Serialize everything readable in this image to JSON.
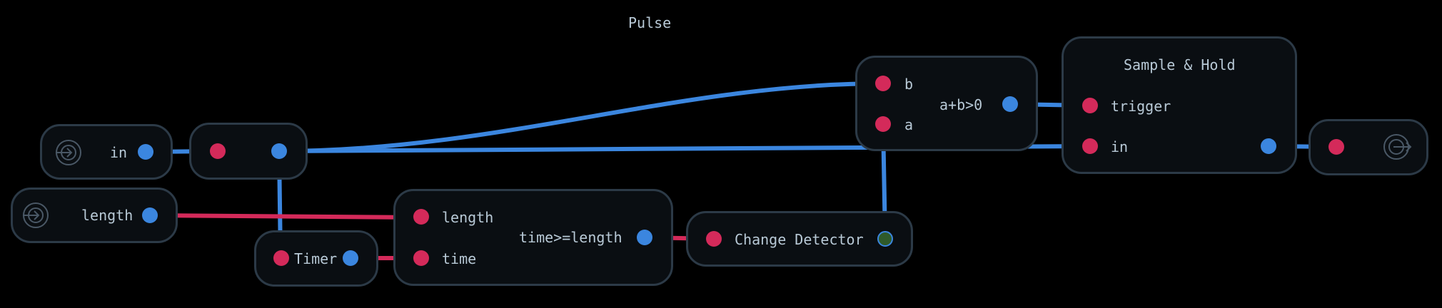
{
  "graph": {
    "title": "Pulse",
    "input_in": {
      "label": "in"
    },
    "input_length": {
      "label": "length"
    },
    "timer": {
      "label": "Timer"
    },
    "compare": {
      "in_length": "length",
      "in_time": "time",
      "out": "time>=length"
    },
    "change_detector": {
      "label": "Change Detector"
    },
    "or_node": {
      "in_b": "b",
      "in_a": "a",
      "out": "a+b>0"
    },
    "sample_hold": {
      "title": "Sample & Hold",
      "in_trigger": "trigger",
      "in_in": "in"
    }
  },
  "colors": {
    "wire_blue": "#3b86df",
    "wire_red": "#d42a5a",
    "node_border": "#2c3a47",
    "node_fill": "#0a0e12",
    "text": "#b8c9d6"
  }
}
